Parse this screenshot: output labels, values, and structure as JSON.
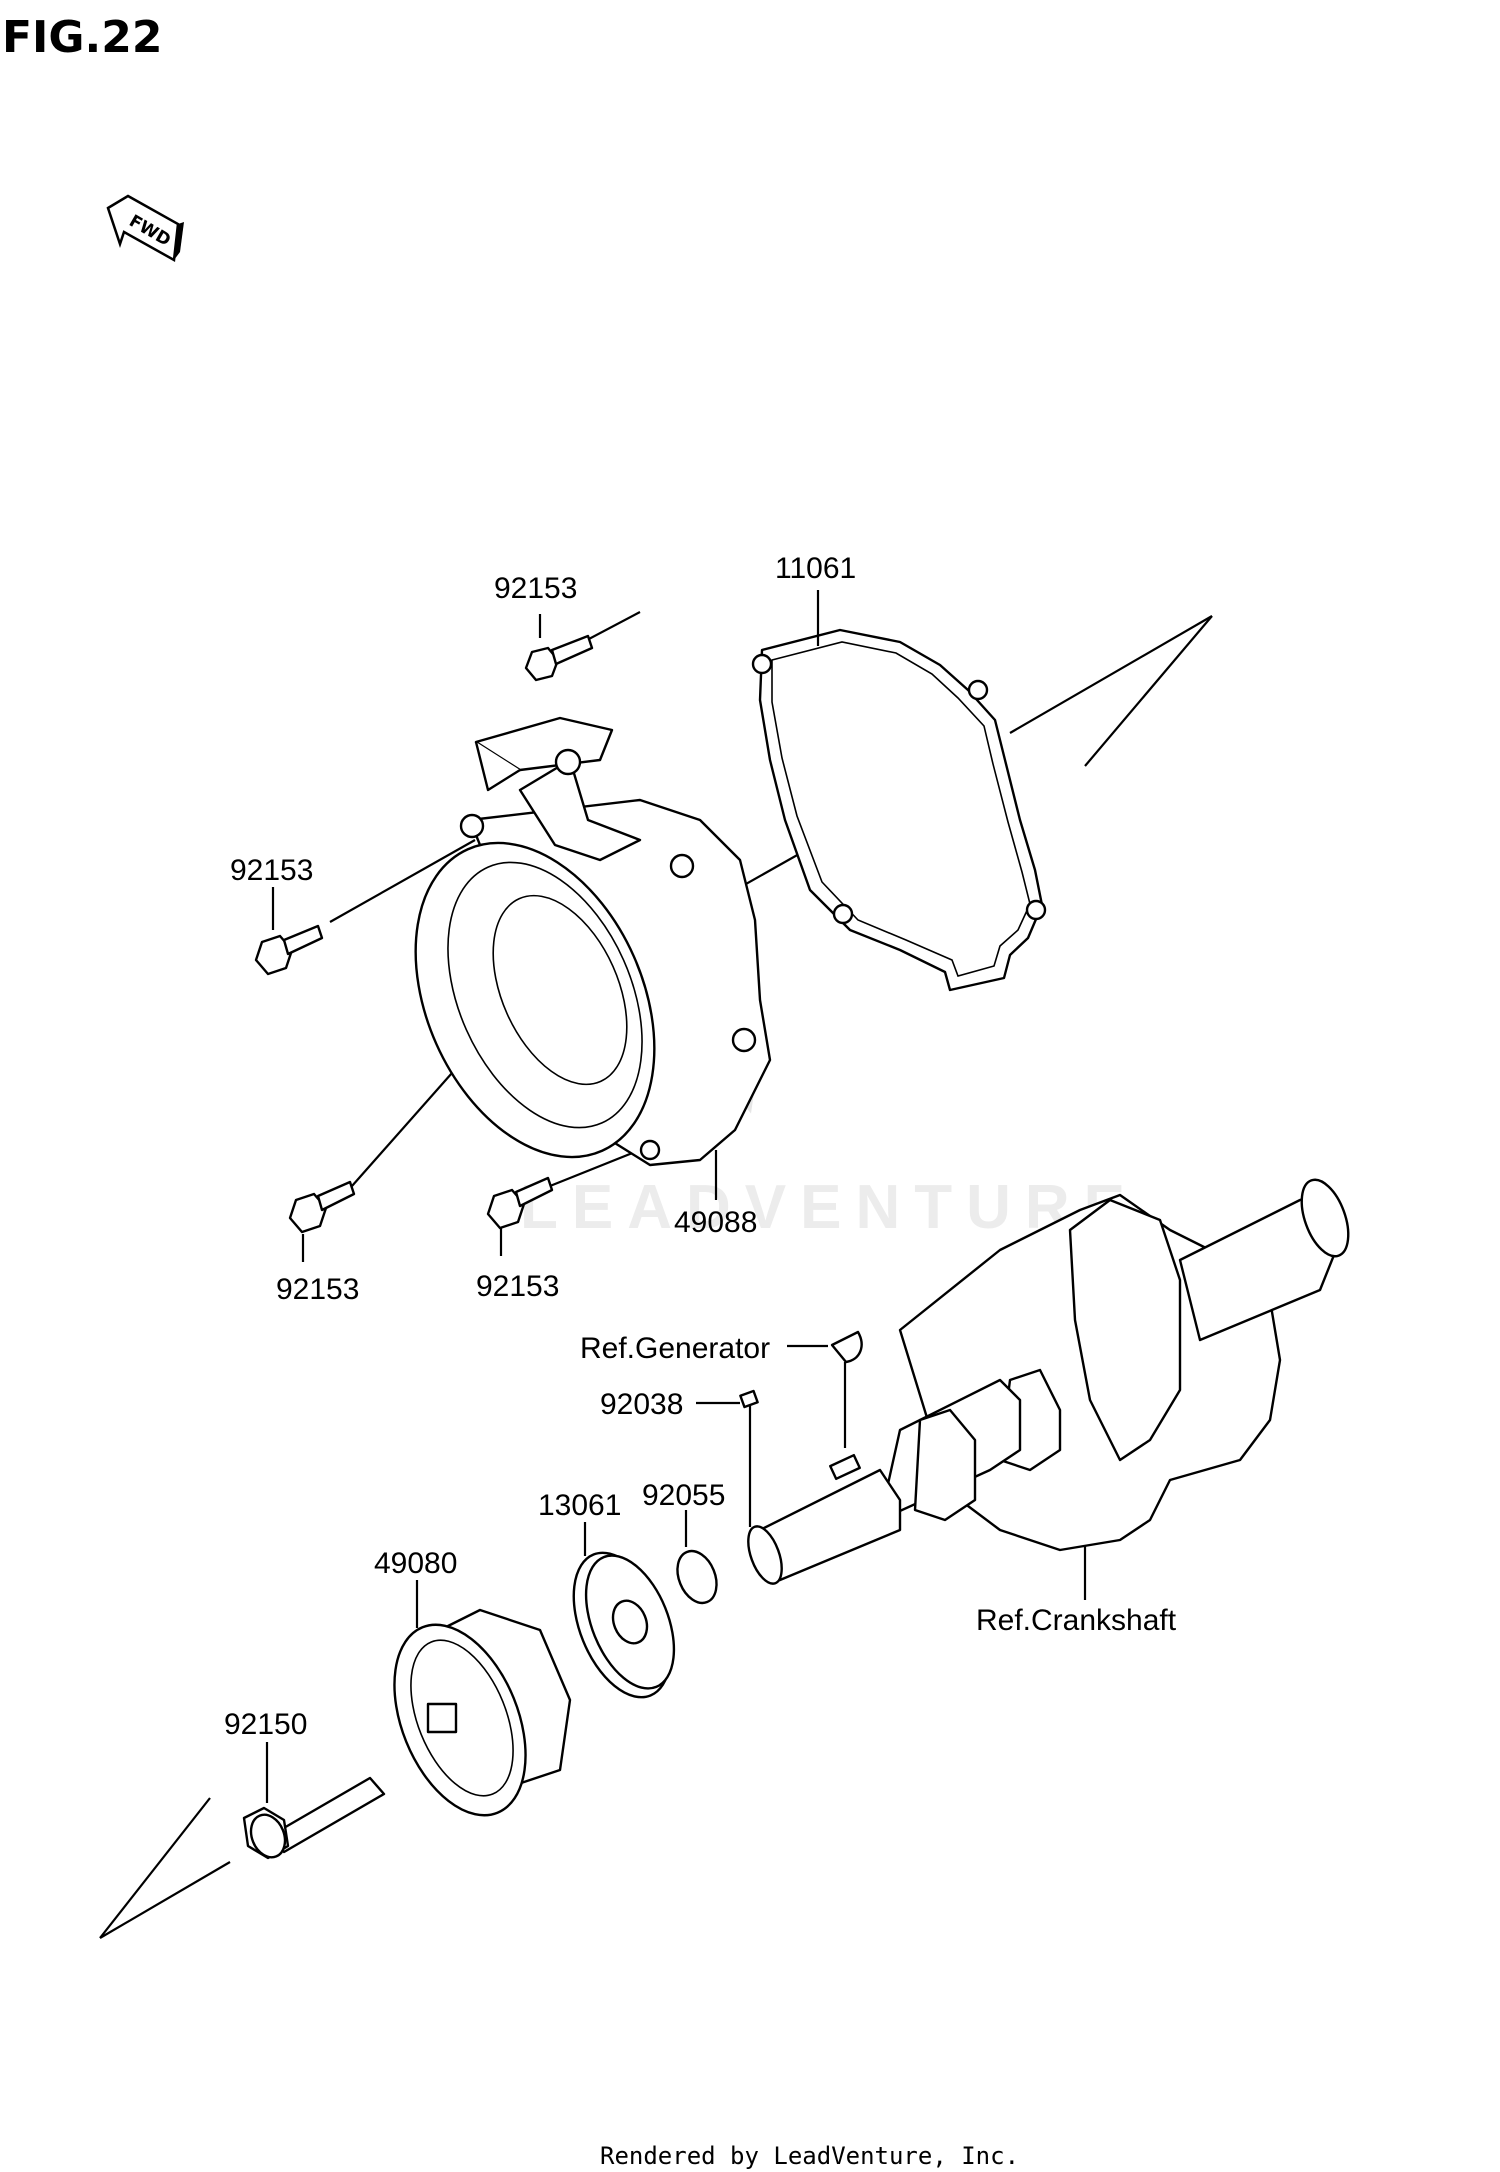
{
  "title": "FIG.22",
  "fwd_label": "FWD",
  "watermark": "LEADVENTURE",
  "footer": "Rendered by LeadVenture, Inc.",
  "labels": {
    "bolt_top": "92153",
    "gasket": "11061",
    "bolt_left": "92153",
    "bolt_bottom_left": "92153",
    "bolt_bottom_mid": "92153",
    "starter_cover": "49088",
    "ref_generator": "Ref.Generator",
    "key": "92038",
    "o_ring": "92055",
    "pulley": "13061",
    "cup": "49080",
    "flange_bolt": "92150",
    "ref_crankshaft": "Ref.Crankshaft"
  }
}
